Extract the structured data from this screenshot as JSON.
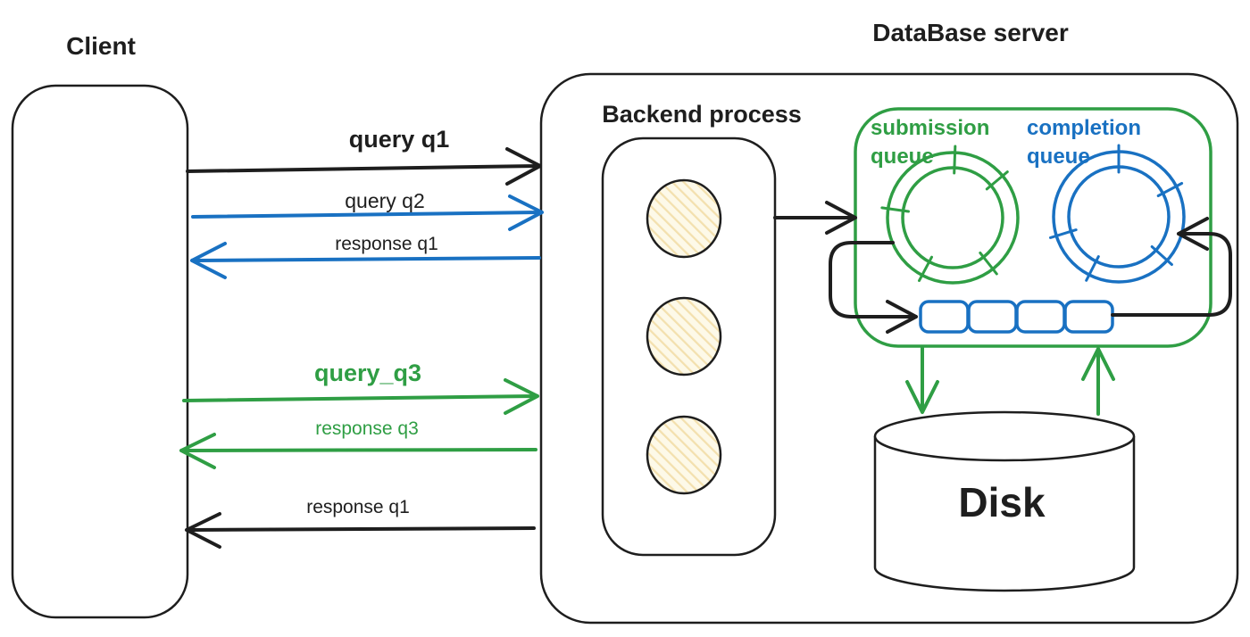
{
  "diagram": {
    "client": {
      "label": "Client"
    },
    "server": {
      "label": "DataBase server"
    },
    "backend": {
      "label": "Backend process",
      "process_count": 3
    },
    "queue_box": {
      "submission_label": "submission\nqueue",
      "completion_label": "completion\nqueue",
      "slot_count": 4
    },
    "disk": {
      "label": "Disk"
    },
    "messages": [
      {
        "label": "query q1",
        "direction": "client-to-server",
        "arrow_color": "#1e1e1e",
        "label_color": "#1e1e1e"
      },
      {
        "label": "query q2",
        "direction": "client-to-server",
        "arrow_color": "#1971c2",
        "label_color": "#1e1e1e"
      },
      {
        "label": "response q1",
        "direction": "server-to-client",
        "arrow_color": "#1971c2",
        "label_color": "#1e1e1e"
      },
      {
        "label": "query_q3",
        "direction": "client-to-server",
        "arrow_color": "#2f9e44",
        "label_color": "#2f9e44"
      },
      {
        "label": "response q3",
        "direction": "server-to-client",
        "arrow_color": "#2f9e44",
        "label_color": "#2f9e44"
      },
      {
        "label": "response q1",
        "direction": "server-to-client",
        "arrow_color": "#1e1e1e",
        "label_color": "#1e1e1e"
      }
    ],
    "colors": {
      "ink": "#1e1e1e",
      "green": "#2f9e44",
      "blue": "#1971c2",
      "process_fill": "#fdf9e8",
      "process_hatch": "#f3e0ae",
      "background": "#ffffff"
    }
  }
}
